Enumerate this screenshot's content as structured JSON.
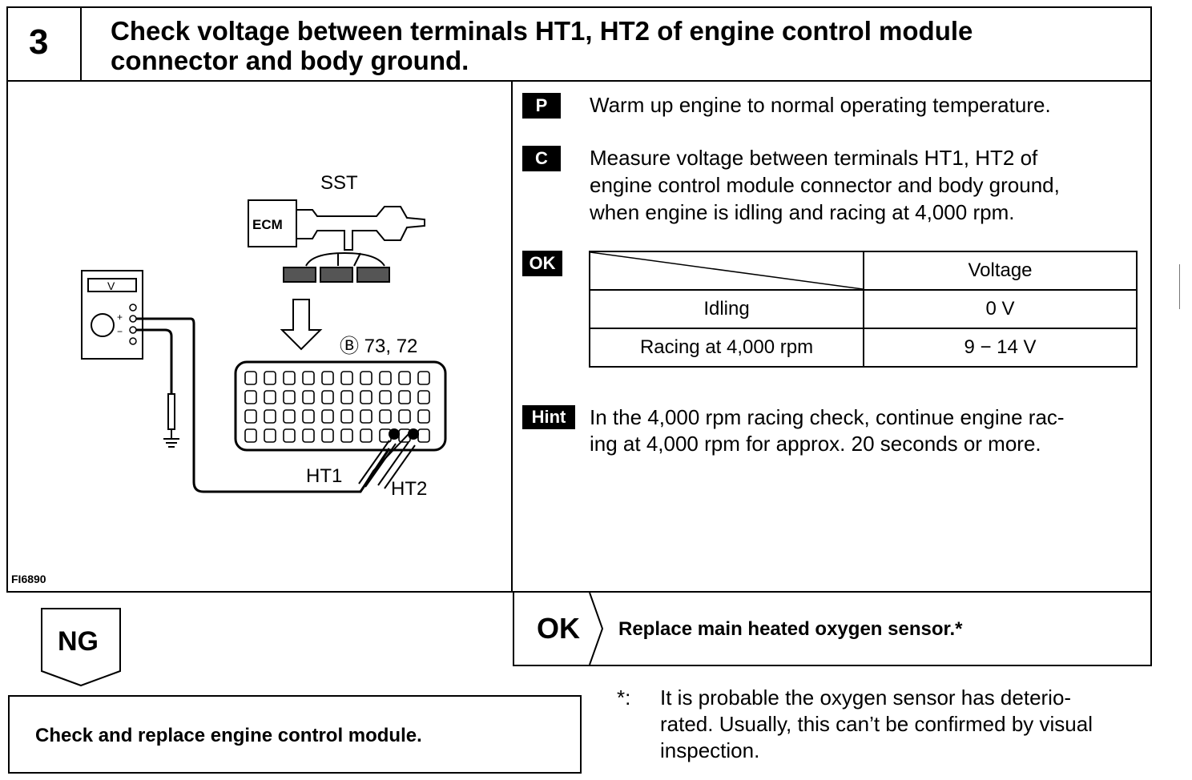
{
  "step": {
    "number": "3",
    "title_line1": "Check voltage between terminals HT1, HT2 of engine control module",
    "title_line2": "connector and body ground."
  },
  "illustration": {
    "sst_label": "SST",
    "ecm_label": "ECM",
    "meter_label": "V",
    "meter_plus": "+",
    "meter_minus": "−",
    "connector_label": "Ⓑ 73, 72",
    "ht1_label": "HT1",
    "ht2_label": "HT2",
    "figure_code": "FI6890"
  },
  "instructions": {
    "p_tag": "P",
    "p_text": "Warm up engine to normal operating temperature.",
    "c_tag": "C",
    "c_text_line1": "Measure voltage between terminals HT1, HT2 of",
    "c_text_line2": "engine control module connector and body ground,",
    "c_text_line3": "when engine is idling and racing at 4,000 rpm.",
    "ok_tag": "OK",
    "hint_tag": "Hint",
    "hint_line1": "In the 4,000 rpm racing check, continue engine rac-",
    "hint_line2": "ing at 4,000 rpm for approx. 20 seconds or more."
  },
  "table": {
    "header": "Voltage",
    "rows": [
      {
        "condition": "Idling",
        "voltage": "0 V"
      },
      {
        "condition": "Racing at 4,000 rpm",
        "voltage": "9 − 14 V"
      }
    ]
  },
  "results": {
    "ok_label": "OK",
    "ok_action": "Replace main heated oxygen sensor.*",
    "ng_label": "NG",
    "ng_action": "Check and replace engine control module."
  },
  "footnote": {
    "mark": "*:",
    "line1": "It is probable the oxygen sensor has deterio-",
    "line2": "rated. Usually, this can’t be confirmed by visual",
    "line3": "inspection."
  }
}
